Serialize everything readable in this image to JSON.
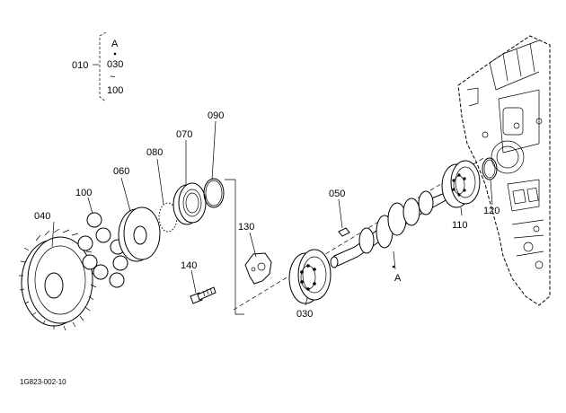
{
  "legend": {
    "main_ref": "010",
    "items": [
      "A",
      "030",
      "100"
    ],
    "tilde": "~"
  },
  "callouts": {
    "p040": "040",
    "p060": "060",
    "p070": "070",
    "p080": "080",
    "p090": "090",
    "p100": "100",
    "p130": "130",
    "p140": "140",
    "p050": "050",
    "p030": "030",
    "p110": "110",
    "p120": "120",
    "pA": "A"
  },
  "footer": {
    "drawing_number": "1G823-002-10"
  }
}
